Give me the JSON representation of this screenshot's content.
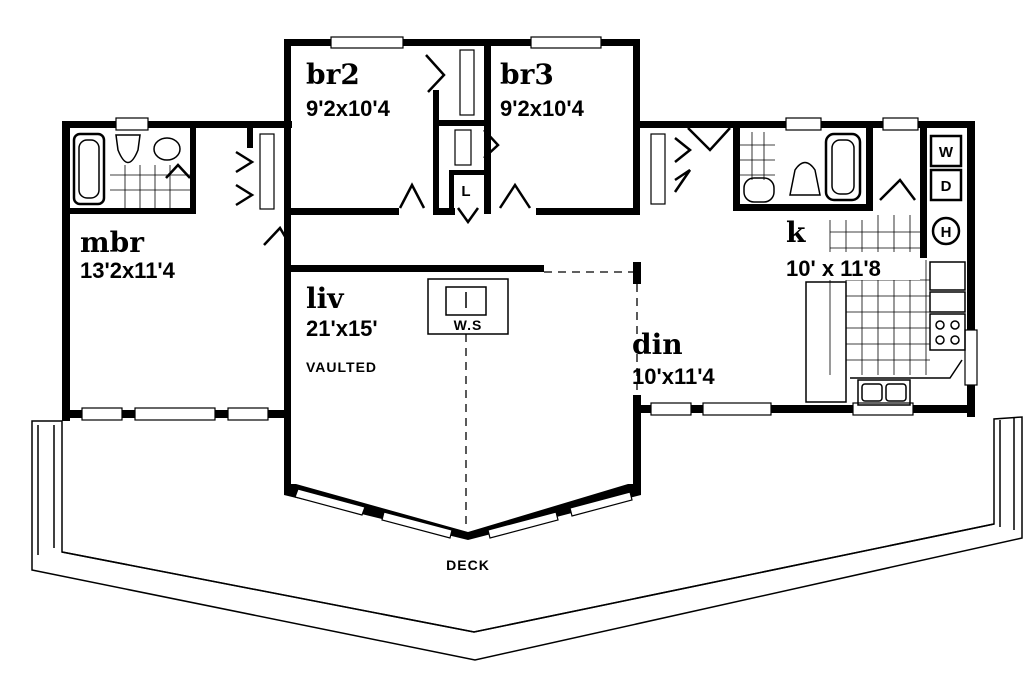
{
  "rooms": {
    "br2": {
      "name": "br2",
      "dims": "9'2x10'4"
    },
    "br3": {
      "name": "br3",
      "dims": "9'2x10'4"
    },
    "mbr": {
      "name": "mbr",
      "dims": "13'2x11'4"
    },
    "liv": {
      "name": "liv",
      "dims": "21'x15'",
      "note": "VAULTED"
    },
    "din": {
      "name": "din",
      "dims": "10'x11'4"
    },
    "kitchen": {
      "name": "k",
      "dims": "10' x 11'8"
    }
  },
  "labels": {
    "deck": "DECK",
    "woodstove": "W.S",
    "linen": "L",
    "washer": "W",
    "dryer": "D",
    "heater": "H"
  }
}
